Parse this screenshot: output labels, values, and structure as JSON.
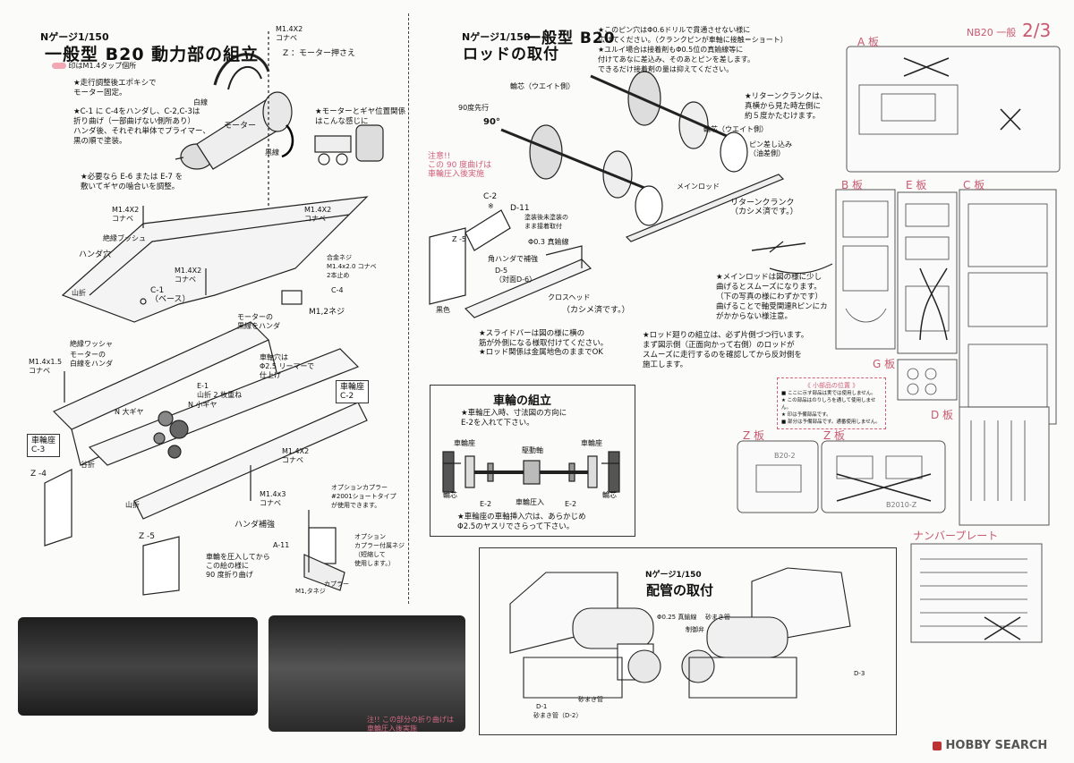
{
  "header_code": "NB20 一般",
  "page_number": "2/3",
  "left": {
    "series": "Nゲージ1/150",
    "title": "一般型 B20 動力部の組立",
    "tap_note": "印はM1.4タップ個所",
    "notes": [
      "★走行調整後エポキシで\nモーター固定。",
      "★C-1 に C-4をハンダし、C-2,C-3は\n折り曲げ（一部曲げない側所あり）\nハンダ後、それぞれ単体でプライマー、\n黒の順で塗装。",
      "★必要なら E-6 または E-7 を\n敷いてギヤの噛合いを調整。",
      "★モーターとギヤ位置関係\nはこんな感じに"
    ],
    "labels": {
      "m14x2_top": "M1.4X2\nコナベ",
      "motor_holder": "Z ：モーター押さえ",
      "white_wire": "白線",
      "motor": "モーター",
      "black_wire": "黒線",
      "m14x2_a": "M1.4X2\nコナベ",
      "m14x2_b": "M1.4X2\nコナベ",
      "insulating_bush": "絶縁ブッシュ",
      "solder_hole": "ハンダ穴",
      "m14x2_c": "M1.4X2\nコナベ",
      "c1_base": "C-1\n（ベース）",
      "yamaori": "山折",
      "c4": "C-4",
      "m12_screw": "M1,2ネジ",
      "motor_black_solder": "モーターの\n黒線をハンダ",
      "alloy_screw": "合金ネジ\nM1.4x2.0 コナベ\n2本止め",
      "insulating_washer": "絶縁ワッシャ",
      "motor_white_solder": "モーターの\n白線をハンダ",
      "m14x15": "M1.4x1.5\nコナベ",
      "ream_hole": "車軸穴は\nΦ2.5 リーマーで\n仕上げ",
      "e1": "E-1\n山折 2 枚重ね",
      "n_big_gear": "N 大ギヤ",
      "n_small_gear": "N 小ギヤ",
      "wheel_seat_c3": "車輪座\nC-3",
      "wheel_seat_c2": "車輪座\nC-2",
      "z4": "Z -4",
      "tanioori": "谷折",
      "m14x2_d": "M1.4X2\nコナベ",
      "m14x3": "M1.4x3\nコナベ",
      "solder_reinforce": "ハンダ補強",
      "z5": "Z -5",
      "bend_note": "車輪を圧入してから\nこの絵の様に\n90 度折り曲げ",
      "option_coupler": "オプションカプラー\n#2001ショートタイプ\nが使用できます。",
      "option_screw": "オプション\nカプラー付属ネジ\n（短縮して\n使用します。）",
      "a11": "A-11",
      "coupler": "カプラー",
      "m1_tap": "M1,タネジ"
    },
    "photo_caption": "注!! この部分の折り曲げは\n車輪圧入後実施"
  },
  "right": {
    "series": "Nゲージ1/150",
    "title_line1": "一般型 B20",
    "title_line2": "ロッドの取付",
    "top_notes": "★このピン穴はΦ0.6ドリルで貫通させない様に\n広げてください。（クランクピンが車軸に接触＝ショート）\n★ユルイ場合は接着剤もΦ0.5位の真鍮線等に\n付けてあなに差込み、そのあとピンを差します。\nできるだけ接着剤の量は抑えてください。",
    "labels": {
      "axle_weight": "輪芯（ウエイト側）",
      "advance90": "90度先行",
      "deg90": "90°",
      "caution": "注意!!\nこの 90 度曲げは\n車輪圧入後実施",
      "c2": "C-2",
      "mark": "※",
      "d11": "D-11",
      "d11_note": "塗装後未塗装の\nまま接着取付",
      "brass_wire": "Φ0.3 真鍮線",
      "z5": "Z -5",
      "corner_solder": "角ハンダで補強",
      "d5": "D-5\n（対面D-6）",
      "crosshead": "クロスヘッド",
      "caulked1": "（カシメ済です。）",
      "black": "黒色",
      "slide_bar": "★スライドバーは図の様に横の\n筋が外側になる様取付けてください。",
      "rod_metal": "★ロッド関係は金属地色のままでOK",
      "return_crank_note": "★リターンクランクは、\n真横から見た時左側に\n約５度かたむけます。",
      "axle_core": "輪芯（ウエイト側）",
      "pin_press": "ピン差し込み\n（油差側）",
      "main_rod": "メインロッド",
      "return_crank": "リターンクランク\n（カシメ済です。）",
      "main_rod_note": "★メインロッドは図の様に少し\n曲げるとスムーズになります。\n（下の写真の様にわずかです）\n曲げることで軸受関連Rピンにカ\nがかからない様注意。",
      "rod_assembly": "★ロッド廻りの組立は、必ず片側づつ行います。\nまず図示側（正面向かって右側）のロッドが\nスムーズに走行するのを確認してから反対側を\n施工します。"
    },
    "wheel_box": {
      "title": "車輪の組立",
      "note_top": "★車輪圧入時、寸法図の方向に\nE-2を入れて下さい。",
      "seat_left": "車輪座",
      "seat_right": "車輪座",
      "drive_axle": "駆動軸",
      "core_left": "輪芯",
      "core_right": "輪芯",
      "e2_left": "E-2",
      "e2_right": "E-2",
      "press": "車輪圧入",
      "note_bottom": "★車輪座の車軸挿入穴は、あらかじめ\nΦ2.5のヤスリでさらって下さい。"
    },
    "piping_box": {
      "series": "Nゲージ1/150",
      "title": "配管の取付",
      "brass": "Φ0.25 真鍮線",
      "sand_pipe": "砂まき管",
      "brake": "制御弁",
      "d1": "D-1",
      "d3": "D-3",
      "sand_pipe2": "砂まき管",
      "sand_pipe_d2": "砂まき管（D-2）"
    }
  },
  "sheets": {
    "a": "A 板",
    "b": "B 板",
    "e": "E 板",
    "c": "C 板",
    "g": "G 板",
    "d": "D 板",
    "z1": "Z 板",
    "z2": "Z 板",
    "number_plate": "ナンバープレート",
    "z_code1": "B20-2",
    "z_code2": "B2010-Z",
    "legend_title": "《 小部品の位置 》",
    "legend_lines": [
      "■ ここに示す部品は実では使用しません。",
      "★ この部品はのりしろを通して使用しません。",
      "★ 印は予備部品です。",
      "■ 部分は予備部品です。通番使用しません。"
    ]
  },
  "watermark": "HOBBY SEARCH"
}
